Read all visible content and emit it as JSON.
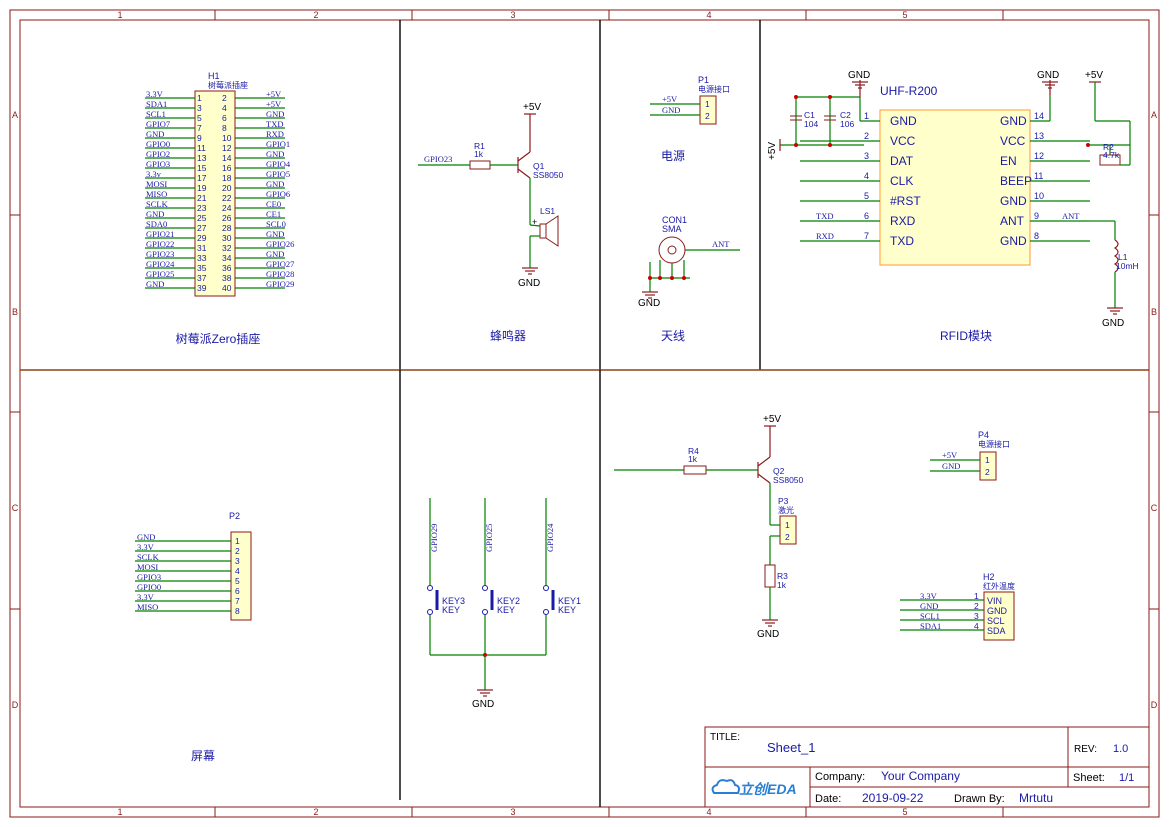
{
  "frame": {
    "columns": [
      "1",
      "2",
      "3",
      "4",
      "5"
    ],
    "rows": [
      "A",
      "B",
      "C",
      "D"
    ]
  },
  "sections": {
    "rpi": "树莓派Zero插座",
    "buzzer": "蜂鸣器",
    "power": "电源",
    "antenna": "天线",
    "rfid": "RFID模块",
    "screen": "屏幕"
  },
  "h1": {
    "ref": "H1",
    "name": "树莓派插座",
    "left_nets": [
      "3.3V",
      "SDA1",
      "SCL1",
      "GPIO7",
      "GND",
      "GPIO0",
      "GPIO2",
      "GPIO3",
      "3.3v",
      "MOSI",
      "MISO",
      "SCLK",
      "GND",
      "SDA0",
      "GPIO21",
      "GPIO22",
      "GPIO23",
      "GPIO24",
      "GPIO25",
      "GND"
    ],
    "left_pins": [
      "1",
      "3",
      "5",
      "7",
      "9",
      "11",
      "13",
      "15",
      "17",
      "19",
      "21",
      "23",
      "25",
      "27",
      "29",
      "31",
      "33",
      "35",
      "37",
      "39"
    ],
    "right_pins": [
      "2",
      "4",
      "6",
      "8",
      "10",
      "12",
      "14",
      "16",
      "18",
      "20",
      "22",
      "24",
      "26",
      "28",
      "30",
      "32",
      "34",
      "36",
      "38",
      "40"
    ],
    "right_nets": [
      "+5V",
      "+5V",
      "GND",
      "TXD",
      "RXD",
      "GPIO1",
      "GND",
      "GPIO4",
      "GPIO5",
      "GND",
      "GPIO6",
      "CE0",
      "CE1",
      "SCL0",
      "GND",
      "GPIO26",
      "GND",
      "GPIO27",
      "GPIO28",
      "GPIO29"
    ]
  },
  "buzzer": {
    "vcc": "+5V",
    "net_in": "GPIO23",
    "r_ref": "R1",
    "r_val": "1k",
    "q_ref": "Q1",
    "q_val": "SS8050",
    "ls_ref": "LS1",
    "plus": "+",
    "gnd": "GND"
  },
  "power": {
    "ref": "P1",
    "name": "电源接口",
    "nets": [
      "+5V",
      "GND"
    ],
    "pins": [
      "1",
      "2"
    ]
  },
  "antenna": {
    "ref": "CON1",
    "name": "SMA",
    "net": "ANT",
    "gnd": "GND"
  },
  "rfid": {
    "title": "UHF-R200",
    "left_labels": [
      "GND",
      "VCC",
      "DAT",
      "CLK",
      "#RST",
      "RXD",
      "TXD"
    ],
    "left_pins": [
      "1",
      "2",
      "3",
      "4",
      "5",
      "6",
      "7"
    ],
    "right_labels": [
      "GND",
      "VCC",
      "EN",
      "BEEP",
      "GND",
      "ANT",
      "GND"
    ],
    "right_pins": [
      "14",
      "13",
      "12",
      "11",
      "10",
      "9",
      "8"
    ],
    "nets": {
      "txd": "TXD",
      "rxd": "RXD",
      "ant": "ANT",
      "vcc_left": "+5V",
      "gnd": "GND",
      "vcc": "+5V"
    },
    "c1_ref": "C1",
    "c1_val": "104",
    "c2_ref": "C2",
    "c2_val": "106",
    "r2_ref": "R2",
    "r2_val": "4.7k",
    "l1_ref": "L1",
    "l1_val": "10mH"
  },
  "screen": {
    "ref": "P2",
    "nets": [
      "GND",
      "3.3V",
      "SCLK",
      "MOSI",
      "GPIO3",
      "GPIO0",
      "3.3V",
      "MISO"
    ],
    "pins": [
      "1",
      "2",
      "3",
      "4",
      "5",
      "6",
      "7",
      "8"
    ]
  },
  "keys": {
    "nets": [
      "GPIO29",
      "GPIO25",
      "GPIO24"
    ],
    "refs": [
      "KEY3",
      "KEY2",
      "KEY1"
    ],
    "val": "KEY",
    "gnd": "GND"
  },
  "laser": {
    "vcc": "+5V",
    "r4_ref": "R4",
    "r4_val": "1k",
    "q_ref": "Q2",
    "q_val": "SS8050",
    "p3_ref": "P3",
    "p3_name": "激光",
    "p3_pins": [
      "1",
      "2"
    ],
    "r3_ref": "R3",
    "r3_val": "1k",
    "gnd": "GND"
  },
  "p4": {
    "ref": "P4",
    "name": "电源接口",
    "nets": [
      "+5V",
      "GND"
    ],
    "pins": [
      "1",
      "2"
    ]
  },
  "h2": {
    "ref": "H2",
    "name": "红外温度",
    "nets": [
      "3.3V",
      "GND",
      "SCL1",
      "SDA1"
    ],
    "pins": [
      "1",
      "2",
      "3",
      "4"
    ],
    "labels": [
      "VIN",
      "GND",
      "SCL",
      "SDA"
    ]
  },
  "titleblock": {
    "title_label": "TITLE:",
    "title_value": "Sheet_1",
    "rev_label": "REV:",
    "rev_value": "1.0",
    "logo": "立创EDA",
    "company_label": "Company:",
    "company_value": "Your Company",
    "sheet_label": "Sheet:",
    "sheet_value": "1/1",
    "date_label": "Date:",
    "date_value": "2019-09-22",
    "drawn_label": "Drawn By:",
    "drawn_value": "Mrtutu"
  }
}
